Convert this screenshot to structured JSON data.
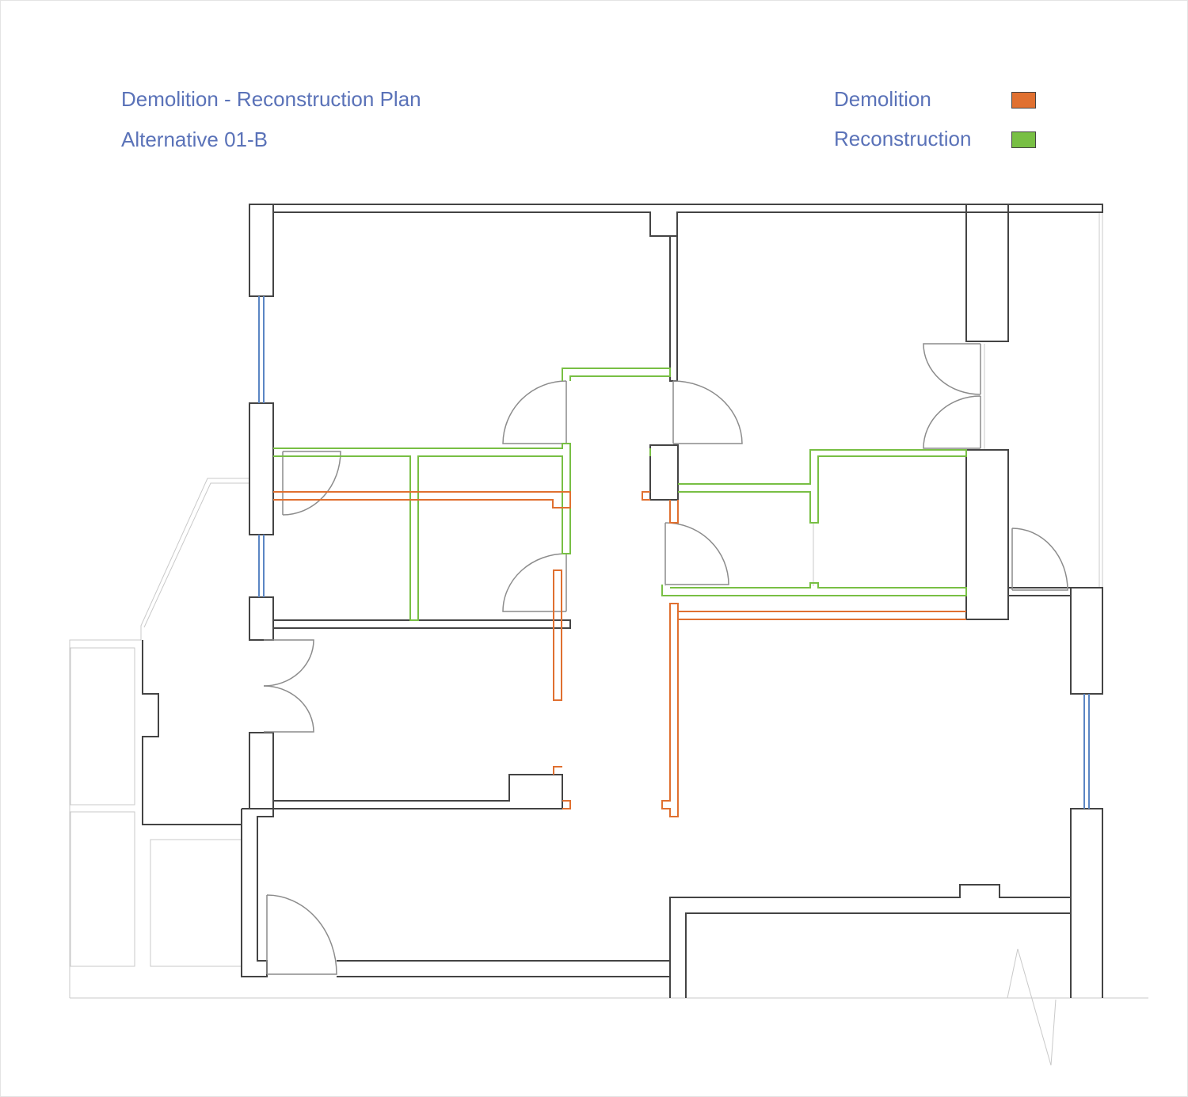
{
  "header": {
    "title": "Demolition - Reconstruction Plan",
    "subtitle": "Alternative 01-B"
  },
  "legend": {
    "items": [
      {
        "label": "Demolition",
        "color": "#e07030"
      },
      {
        "label": "Reconstruction",
        "color": "#78bf44"
      }
    ]
  },
  "colors": {
    "wall": "#444444",
    "demolition": "#e07030",
    "reconstruction": "#78bf44",
    "window": "#5b86c4",
    "door": "#8c8c8c",
    "context": "#c9c9c9",
    "text": "#5a72b8"
  }
}
